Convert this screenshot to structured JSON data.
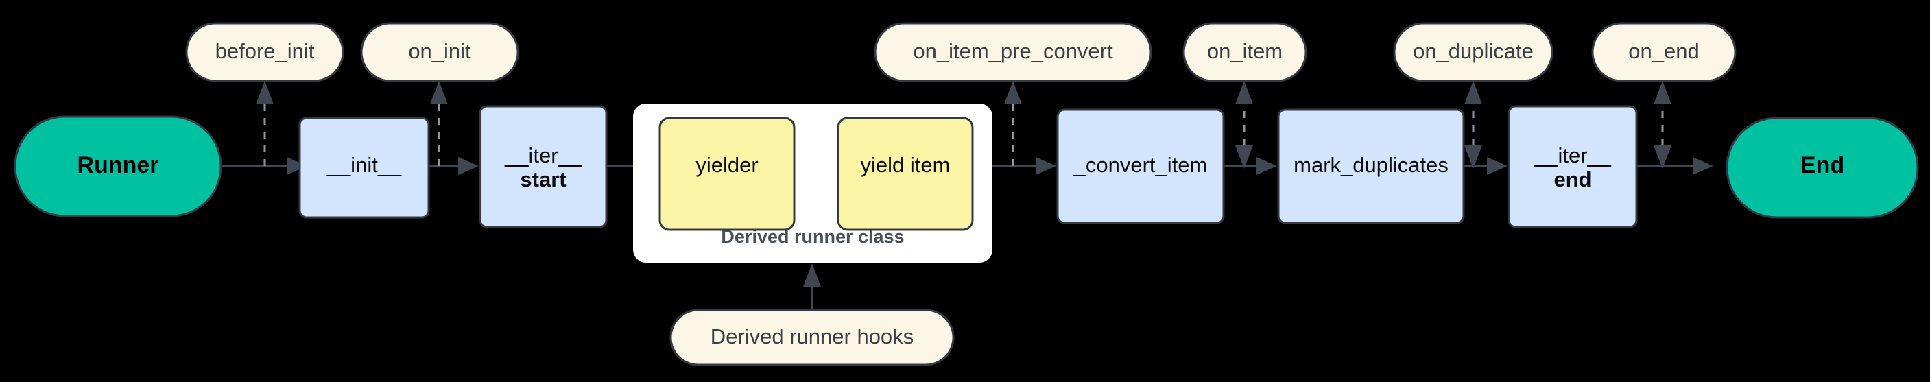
{
  "diagram": {
    "title": "Runner lifecycle flowchart",
    "background": "#000000",
    "colors": {
      "terminal": "#00c2a0",
      "process": "#d3e4fd",
      "inner": "#fdf5a6",
      "hook": "#fbf6e6",
      "subgraph": "#ffffff",
      "stroke": "#333a42",
      "edge": "#404652",
      "hook_text": "#3b4046",
      "subgraph_text": "#4a5058"
    },
    "subgraph": {
      "label": "Derived runner class"
    },
    "main_flow": [
      {
        "id": "runner",
        "label": "Runner",
        "shape": "stadium",
        "style": "terminal"
      },
      {
        "id": "init",
        "label": "__init__",
        "shape": "rounded",
        "style": "process"
      },
      {
        "id": "iter_start",
        "label_top": "__iter__",
        "label_bottom": "start",
        "shape": "rounded",
        "style": "process"
      },
      {
        "id": "yielder",
        "label": "yielder",
        "shape": "rounded",
        "style": "inner"
      },
      {
        "id": "yield_item",
        "label": "yield item",
        "shape": "rounded",
        "style": "inner"
      },
      {
        "id": "convert_item",
        "label": "_convert_item",
        "shape": "rounded",
        "style": "process"
      },
      {
        "id": "mark_duplicates",
        "label": "mark_duplicates",
        "shape": "rounded",
        "style": "process"
      },
      {
        "id": "iter_end",
        "label_top": "__iter__",
        "label_bottom": "end",
        "shape": "rounded",
        "style": "process"
      },
      {
        "id": "end",
        "label": "End",
        "shape": "stadium",
        "style": "terminal"
      }
    ],
    "hooks": [
      {
        "id": "before_init",
        "label": "before_init",
        "direction": "up",
        "line": "dashed"
      },
      {
        "id": "on_init",
        "label": "on_init",
        "direction": "up",
        "line": "dashed"
      },
      {
        "id": "on_item_pre_convert",
        "label": "on_item_pre_convert",
        "direction": "up",
        "line": "dashed"
      },
      {
        "id": "on_item",
        "label": "on_item",
        "direction": "both",
        "line": "dashed"
      },
      {
        "id": "on_duplicate",
        "label": "on_duplicate",
        "direction": "both",
        "line": "dashed"
      },
      {
        "id": "on_end",
        "label": "on_end",
        "direction": "both",
        "line": "dashed"
      }
    ],
    "bottom_hook": {
      "id": "derived_runner_hooks",
      "label": "Derived runner hooks",
      "direction": "up",
      "line": "solid"
    }
  }
}
